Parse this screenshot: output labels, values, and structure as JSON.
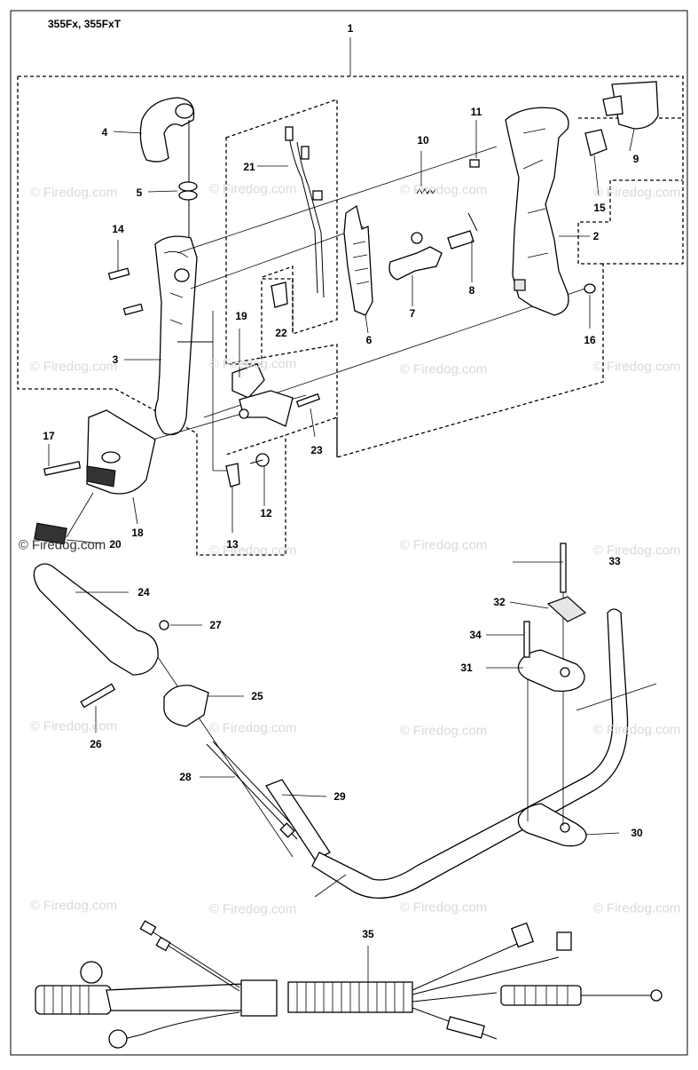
{
  "model_title": "355Fx, 355FxT",
  "watermark": "© Firedog.com",
  "callouts": [
    {
      "id": "c1",
      "text": "1"
    },
    {
      "id": "c2",
      "text": "2"
    },
    {
      "id": "c3",
      "text": "3"
    },
    {
      "id": "c4",
      "text": "4"
    },
    {
      "id": "c5",
      "text": "5"
    },
    {
      "id": "c6",
      "text": "6"
    },
    {
      "id": "c7",
      "text": "7"
    },
    {
      "id": "c8",
      "text": "8"
    },
    {
      "id": "c9",
      "text": "9"
    },
    {
      "id": "c10",
      "text": "10"
    },
    {
      "id": "c11",
      "text": "11"
    },
    {
      "id": "c12",
      "text": "12"
    },
    {
      "id": "c13",
      "text": "13"
    },
    {
      "id": "c14",
      "text": "14"
    },
    {
      "id": "c15",
      "text": "15"
    },
    {
      "id": "c16",
      "text": "16"
    },
    {
      "id": "c17",
      "text": "17"
    },
    {
      "id": "c18",
      "text": "18"
    },
    {
      "id": "c19",
      "text": "19"
    },
    {
      "id": "c20",
      "text": "20"
    },
    {
      "id": "c21",
      "text": "21"
    },
    {
      "id": "c22",
      "text": "22"
    },
    {
      "id": "c23",
      "text": "23"
    },
    {
      "id": "c24",
      "text": "24"
    },
    {
      "id": "c25",
      "text": "25"
    },
    {
      "id": "c26",
      "text": "26"
    },
    {
      "id": "c27",
      "text": "27"
    },
    {
      "id": "c28",
      "text": "28"
    },
    {
      "id": "c29",
      "text": "29"
    },
    {
      "id": "c30",
      "text": "30"
    },
    {
      "id": "c31",
      "text": "31"
    },
    {
      "id": "c32",
      "text": "32"
    },
    {
      "id": "c33",
      "text": "33"
    },
    {
      "id": "c34",
      "text": "34"
    },
    {
      "id": "c35",
      "text": "35"
    }
  ]
}
